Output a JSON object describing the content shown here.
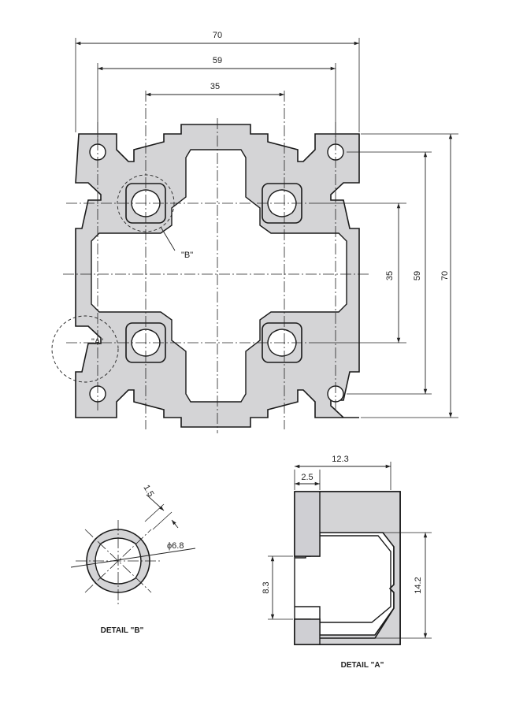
{
  "main_view": {
    "dim_width_overall": "70",
    "dim_width_slots": "59",
    "dim_width_inner": "35",
    "dim_height_inner": "35",
    "dim_height_slots": "59",
    "dim_height_overall": "70",
    "callout_a": "\"A\"",
    "callout_b": "\"B\""
  },
  "detail_b": {
    "caption": "DETAIL \"B\"",
    "dim_wall": "1.5",
    "dim_bore": "ϕ6.8"
  },
  "detail_a": {
    "caption": "DETAIL \"A\"",
    "dim_depth": "12.3",
    "dim_lip": "2.5",
    "dim_opening": "8.3",
    "dim_slot_width": "14.2"
  },
  "colors": {
    "profile_fill": "#d4d4d6",
    "line": "#1a1a1a"
  }
}
